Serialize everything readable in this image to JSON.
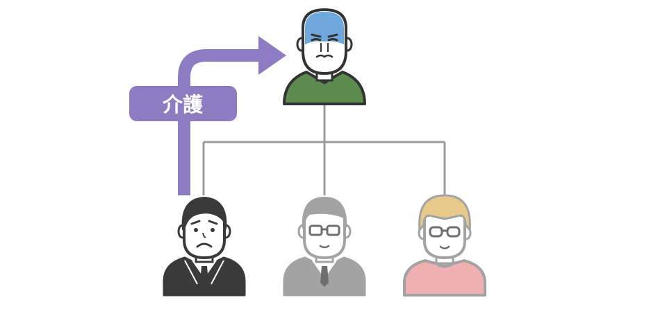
{
  "diagram": {
    "care_label": "介護",
    "colors": {
      "arrow": "#8e7cc3",
      "label_bg": "#8e7cc3",
      "label_text": "#ffffff",
      "connector": "#9b9b9b",
      "outline": "#333333",
      "parent_head": "#6fa8dc",
      "parent_shirt": "#5d8a4f",
      "caregiver_fill": "#3a3a3a",
      "sibling_fill": "#a3a3a3",
      "youngest_hair": "#e8c98c",
      "youngest_shirt": "#eeb0b0"
    },
    "people": [
      {
        "role": "elderly-parent",
        "mood": "unwell"
      },
      {
        "role": "caregiver-child",
        "mood": "troubled"
      },
      {
        "role": "sibling",
        "mood": "neutral"
      },
      {
        "role": "youngest-sibling",
        "mood": "neutral"
      }
    ]
  }
}
